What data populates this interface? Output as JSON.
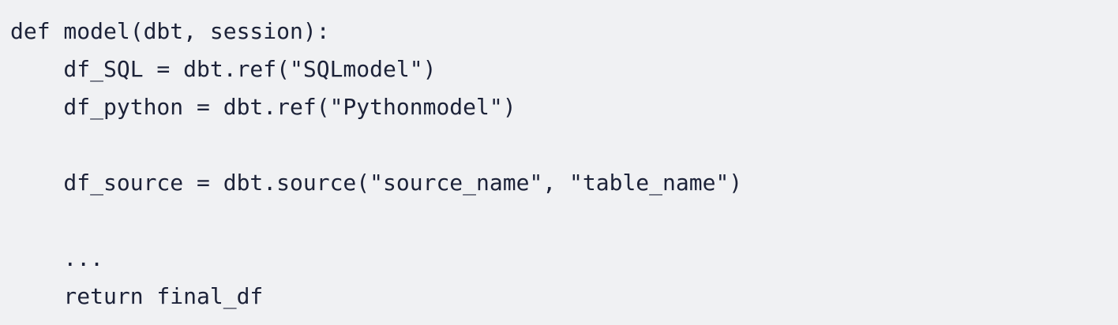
{
  "code": {
    "language": "python",
    "lines": [
      "def model(dbt, session):",
      "    df_SQL = dbt.ref(\"SQLmodel\")",
      "    df_python = dbt.ref(\"Pythonmodel\")",
      "",
      "    df_source = dbt.source(\"source_name\", \"table_name\")",
      "",
      "    ...",
      "    return final_df"
    ]
  },
  "colors": {
    "background": "#f0f1f3",
    "text": "#1c2238"
  }
}
